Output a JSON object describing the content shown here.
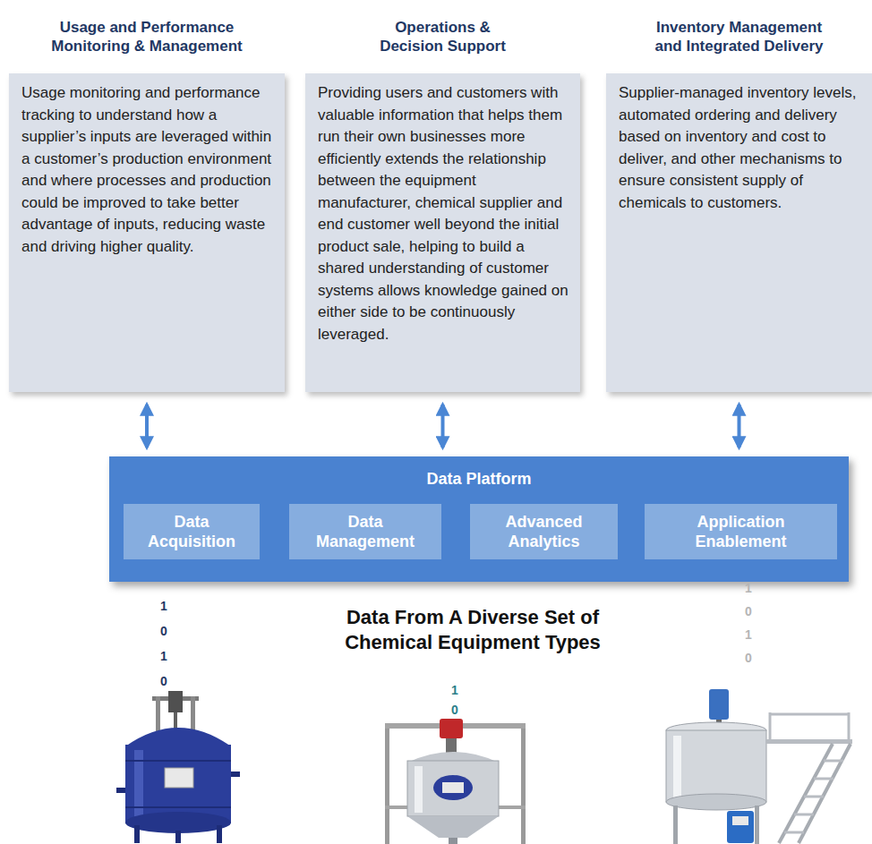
{
  "diagram": {
    "nodes": [
      {
        "text": [
          "Usage and Performance Monitoring & Management",
          "Usage monitoring and performance tracking to understand how a supplier’s inputs are leveraged within a customer’s production environment and where processes and production could be improved to take better advantage of inputs, reducing waste and driving higher quality."
        ]
      },
      {
        "text": [
          "Operations & Decision Support",
          "Providing users and customers with valuable information that helps them run their own businesses more efficiently extends the relationship between the equipment manufacturer, chemical supplier and end customer well beyond the initial product sale, helping to build a shared understanding of customer systems allows knowledge gained on either side to be continuously leveraged."
        ]
      },
      {
        "text": [
          "Inventory Management and Integrated Delivery",
          "Supplier-managed inventory levels, automated ordering and delivery based on inventory and cost to deliver, and other mechanisms to ensure consistent supply of chemicals to customers."
        ]
      },
      {
        "text": [
          "Data Platform"
        ]
      },
      {
        "text": [
          "Data Acquisition"
        ],
        "in": 3
      },
      {
        "text": [
          "Data Management"
        ],
        "in": 3
      },
      {
        "text": [
          "Advanced Analytics"
        ],
        "in": 3
      },
      {
        "text": [
          "Application Enablement"
        ],
        "in": 3
      }
    ],
    "edges": [
      {
        "from": 0,
        "to": 3,
        "arrow": "both"
      },
      {
        "from": 1,
        "to": 3,
        "arrow": "both"
      },
      {
        "from": 2,
        "to": 3,
        "arrow": "both"
      }
    ],
    "labels": [
      "1",
      "0",
      "1",
      "0",
      "Data From A Diverse Set of Chemical Equipment Types",
      "1",
      "0",
      "1",
      "0",
      "1",
      "0"
    ]
  }
}
